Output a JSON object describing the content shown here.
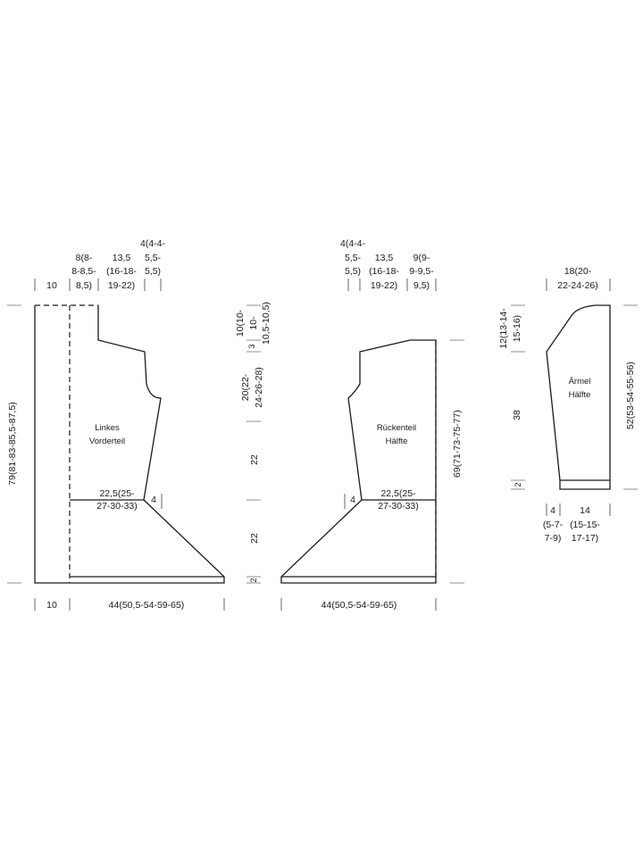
{
  "front": {
    "name_l1": "Linkes",
    "name_l2": "Vorderteil",
    "top_a": "10",
    "top_b_l1": "8(8-",
    "top_b_l2": "8-8,5-",
    "top_b_l3": "8,5)",
    "top_c_l1": "13,5",
    "top_c_l2": "(16-18-",
    "top_c_l3": "19-22)",
    "top_d_l1": "4(4-4-",
    "top_d_l2": "5,5-",
    "top_d_l3": "5,5)",
    "height_total": "79(81-83-85,5-87,5)",
    "underarm_l1": "22,5(25-",
    "underarm_l2": "27-30-33)",
    "underarm_gap": "4",
    "bottom_a": "10",
    "bottom_b": "44(50,5-54-59-65)"
  },
  "middle_column": {
    "armhole_top_l1": "10(10-",
    "armhole_top_l2": "10-",
    "armhole_top_l3": "10,5-10,5)",
    "shoulder_step": "3",
    "armhole_l1": "20(22-",
    "armhole_l2": "24-26-28)",
    "mid_1": "22",
    "mid_2": "22",
    "hem": "2"
  },
  "back": {
    "name_l1": "Rückenteil",
    "name_l2": "Hälfte",
    "top_a_l1": "4(4-4-",
    "top_a_l2": "5,5-",
    "top_a_l3": "5,5)",
    "top_b_l1": "13,5",
    "top_b_l2": "(16-18-",
    "top_b_l3": "19-22)",
    "top_c_l1": "9(9-",
    "top_c_l2": "9-9,5-",
    "top_c_l3": "9,5)",
    "height_total": "69(71-73-75-77)",
    "underarm_l1": "22,5(25-",
    "underarm_l2": "27-30-33)",
    "underarm_gap": "4",
    "bottom": "44(50,5-54-59-65)"
  },
  "sleeve": {
    "name_l1": "Ärmel",
    "name_l2": "Hälfte",
    "top_l1": "18(20-",
    "top_l2": "22-24-26)",
    "cap_l1": "12(13-14-",
    "cap_l2": "15-16)",
    "length": "38",
    "cuff": "2",
    "height_total": "52(53-54-55-56)",
    "bottom_a_l1": "4",
    "bottom_a_l2": "(5-7-",
    "bottom_a_l3": "7-9)",
    "bottom_b_l1": "14",
    "bottom_b_l2": "(15-15-",
    "bottom_b_l3": "17-17)"
  }
}
